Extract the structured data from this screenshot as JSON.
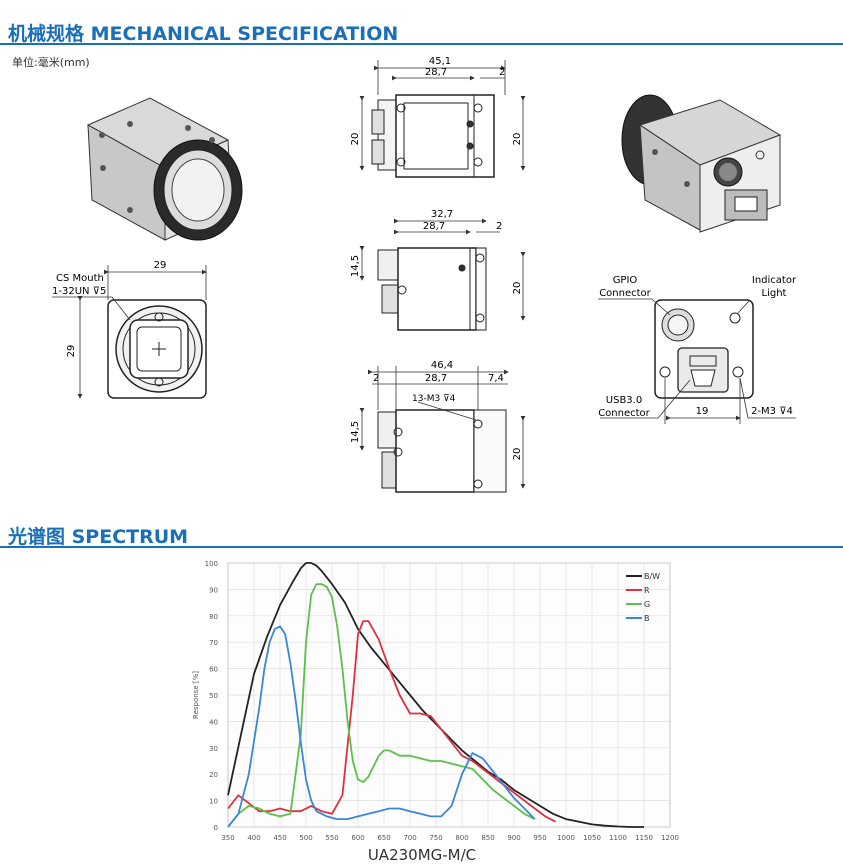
{
  "mechanical": {
    "title": "机械规格 MECHANICAL SPECIFICATION",
    "unit_label": "单位:毫米(mm)",
    "views": {
      "top_view": {
        "width": "45,1",
        "inner": "28,7",
        "offset": "2",
        "height_left": "20",
        "height_right": "20"
      },
      "side_view": {
        "width": "32,7",
        "inner": "28,7",
        "offset": "2",
        "height_left": "14,5",
        "height_right": "20"
      },
      "bottom_view": {
        "width": "46,4",
        "left": "2",
        "inner": "28,7",
        "right": "7,4",
        "hole_note": "13-M3 ⊽4",
        "height_left": "14,5",
        "height_right": "20"
      },
      "front_view": {
        "mount_label_1": "CS Mouth",
        "mount_label_2": "1-32UN ⊽5",
        "width": "29",
        "height": "29"
      },
      "rear_view": {
        "gpio_1": "GPIO",
        "gpio_2": "Connector",
        "indicator_1": "Indicator",
        "indicator_2": "Light",
        "usb_1": "USB3.0",
        "usb_2": "Connector",
        "width": "19",
        "holes": "2-M3 ⊽4"
      }
    }
  },
  "spectrum": {
    "title": "光谱图    SPECTRUM",
    "caption": "UA230MG-M/C"
  },
  "chart_data": {
    "type": "line",
    "ylabel": "Response [%]",
    "xlim": [
      350,
      1200
    ],
    "ylim": [
      0,
      100
    ],
    "x_ticks": [
      350,
      400,
      450,
      500,
      550,
      600,
      650,
      700,
      750,
      800,
      850,
      900,
      950,
      1000,
      1050,
      1100,
      1150,
      1200
    ],
    "y_ticks": [
      0,
      10,
      20,
      30,
      40,
      50,
      60,
      70,
      80,
      90,
      100
    ],
    "grid": true,
    "legend_position": "top-right",
    "series": [
      {
        "name": "B/W",
        "color": "#222222",
        "x": [
          350,
          375,
          400,
          425,
          450,
          475,
          490,
          500,
          510,
          520,
          530,
          550,
          575,
          600,
          625,
          650,
          675,
          700,
          725,
          750,
          775,
          800,
          825,
          850,
          875,
          900,
          925,
          950,
          975,
          1000,
          1025,
          1050,
          1075,
          1100,
          1125,
          1150
        ],
        "y": [
          12,
          35,
          58,
          72,
          84,
          93,
          98,
          100,
          100,
          99,
          97,
          92,
          85,
          75,
          68,
          62,
          56,
          50,
          44,
          39,
          34,
          29,
          25,
          21,
          18,
          14,
          11,
          8,
          5,
          3,
          2,
          1,
          0.5,
          0.2,
          0,
          0
        ]
      },
      {
        "name": "R",
        "color": "#e03040",
        "x": [
          350,
          370,
          390,
          410,
          430,
          450,
          470,
          490,
          510,
          530,
          550,
          570,
          590,
          600,
          610,
          620,
          640,
          660,
          680,
          700,
          720,
          740,
          760,
          780,
          800,
          820,
          840,
          860,
          880,
          900,
          920,
          940,
          960,
          980
        ],
        "y": [
          7,
          12,
          9,
          6,
          6,
          7,
          6,
          6,
          8,
          6,
          5,
          12,
          50,
          73,
          78,
          78,
          71,
          60,
          50,
          43,
          43,
          42,
          37,
          32,
          27,
          25,
          22,
          19,
          16,
          13,
          10,
          7,
          4,
          2
        ]
      },
      {
        "name": "G",
        "color": "#5cc04a",
        "x": [
          350,
          370,
          390,
          410,
          430,
          450,
          470,
          490,
          500,
          510,
          520,
          530,
          540,
          550,
          560,
          570,
          580,
          590,
          600,
          610,
          620,
          630,
          640,
          650,
          660,
          670,
          680,
          700,
          720,
          740,
          760,
          780,
          800,
          820,
          840,
          860,
          880,
          900,
          920,
          940
        ],
        "y": [
          0,
          5,
          8,
          7,
          5,
          4,
          5,
          35,
          70,
          88,
          92,
          92,
          91,
          87,
          76,
          60,
          40,
          25,
          18,
          17,
          19,
          23,
          27,
          29,
          29,
          28,
          27,
          27,
          26,
          25,
          25,
          24,
          23,
          22,
          18,
          14,
          11,
          8,
          5,
          3
        ]
      },
      {
        "name": "B",
        "color": "#3a86d8",
        "x": [
          350,
          370,
          390,
          410,
          420,
          430,
          440,
          450,
          460,
          470,
          480,
          490,
          500,
          510,
          520,
          540,
          560,
          580,
          600,
          620,
          640,
          660,
          680,
          700,
          720,
          740,
          760,
          780,
          800,
          820,
          840,
          860,
          880,
          900,
          920,
          940
        ],
        "y": [
          0,
          5,
          20,
          45,
          60,
          70,
          75,
          76,
          73,
          62,
          48,
          32,
          18,
          10,
          6,
          4,
          3,
          3,
          4,
          5,
          6,
          7,
          7,
          6,
          5,
          4,
          4,
          8,
          20,
          28,
          26,
          21,
          16,
          11,
          7,
          3
        ]
      }
    ]
  }
}
